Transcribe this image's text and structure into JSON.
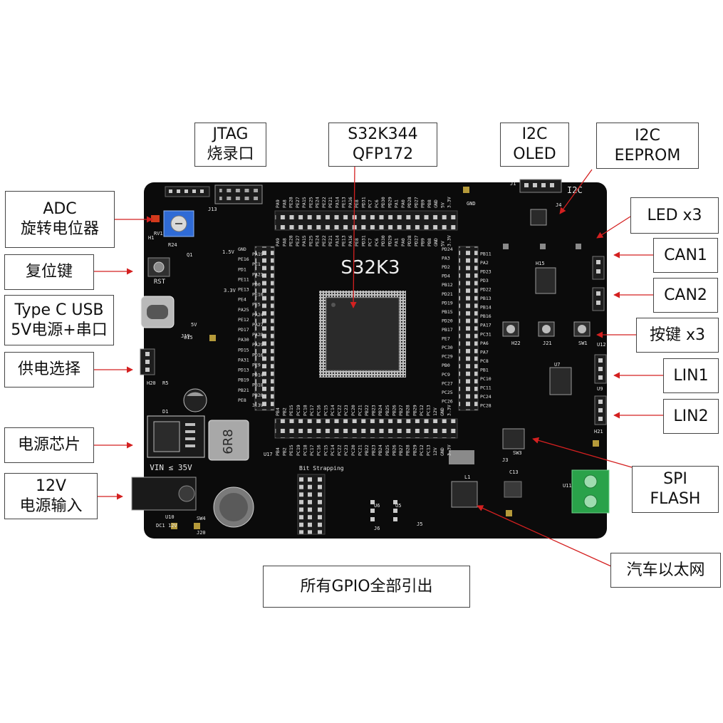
{
  "callouts": {
    "jtag": {
      "line1": "JTAG",
      "line2": "烧录口"
    },
    "mcu": {
      "line1": "S32K344",
      "line2": "QFP172"
    },
    "oled": {
      "line1": "I2C",
      "line2": "OLED"
    },
    "eeprom": {
      "line1": "I2C",
      "line2": "EEPROM"
    },
    "adc": {
      "line1": "ADC",
      "line2": "旋转电位器"
    },
    "reset": {
      "line1": "复位键"
    },
    "usb": {
      "line1": "Type C USB",
      "line2": "5V电源+串口"
    },
    "power_select": {
      "line1": "供电选择"
    },
    "power_chip": {
      "line1": "电源芯片"
    },
    "power_input": {
      "line1": "12V",
      "line2": "电源输入"
    },
    "led": {
      "line1": "LED x3"
    },
    "can1": {
      "line1": "CAN1"
    },
    "can2": {
      "line1": "CAN2"
    },
    "keys": {
      "line1": "按键 x3"
    },
    "lin1": {
      "line1": "LIN1"
    },
    "lin2": {
      "line1": "LIN2"
    },
    "spi_flash": {
      "line1": "SPI",
      "line2": "FLASH"
    },
    "ethernet": {
      "line1": "汽车以太网"
    },
    "gpio": {
      "line1": "所有GPIO全部引出"
    }
  },
  "board": {
    "chip_marking": "S32K3",
    "inductor_marking": "6R8",
    "vin_marking": "VIN ≤ 35V",
    "rst_label": "RST",
    "i2c_label": "I2C",
    "boot_label": "Bit Strapping",
    "left_header_pins": [
      "GND",
      "PA19",
      "PE16",
      "PE1",
      "PD1",
      "PA21",
      "PE11",
      "PD0",
      "PE13",
      "PE10",
      "PE4",
      "PE5",
      "PA25",
      "PA24",
      "PE12",
      "PA27",
      "PD17",
      "PA28",
      "PA30",
      "PA29",
      "PD15",
      "PD16",
      "PA31",
      "PE9",
      "PD13",
      "PD14",
      "PB19",
      "PB18",
      "PB21",
      "PB20",
      "PE8",
      "3.3V"
    ],
    "right_header_pins": [
      "PD24",
      "PB11",
      "PA3",
      "PA2",
      "PD2",
      "PD23",
      "PD4",
      "PD3",
      "PB12",
      "PD22",
      "PD21",
      "PB13",
      "PD19",
      "PB14",
      "PB15",
      "PB16",
      "PD20",
      "PA17",
      "PB17",
      "PC31",
      "PE7",
      "PA6",
      "PC30",
      "PA7",
      "PC29",
      "PC8",
      "PB0",
      "PB1",
      "PC9",
      "PC10",
      "PC27",
      "PC11",
      "PC25",
      "PC24",
      "PC26",
      "PC28"
    ],
    "top_header_pins": [
      "PA9",
      "PA8",
      "PE28",
      "PE27",
      "PA15",
      "PE25",
      "PE24",
      "PE22",
      "PE21",
      "PA14",
      "PE13",
      "PA16",
      "PE8",
      "PD31",
      "PC7",
      "PC6",
      "PD30",
      "PD29",
      "PA1",
      "PA0",
      "PD28",
      "PD27",
      "PB9",
      "PB8",
      "GND",
      "5V",
      "3.3V"
    ],
    "bottom_header_pins": [
      "PB4",
      "PB2",
      "PE15",
      "PC19",
      "PC18",
      "PC17",
      "PC16",
      "PC15",
      "PC14",
      "PC22",
      "PC23",
      "PC20",
      "PC21",
      "PB22",
      "PB23",
      "PB24",
      "PB25",
      "PB26",
      "PB27",
      "PB28",
      "PB29",
      "PC12",
      "PC13",
      "12V",
      "GND",
      "3.3V"
    ],
    "silk_labels": [
      "GND",
      "J13",
      "R24",
      "H1",
      "RV1",
      "Q1",
      "1.5V",
      "3.3V",
      "5V",
      "U15",
      "J19",
      "H20",
      "R5",
      "D1",
      "U17",
      "C13",
      "L1",
      "U5",
      "U6",
      "J5",
      "J6",
      "J3",
      "J1",
      "J4",
      "H15",
      "U7",
      "U11",
      "U12",
      "U9",
      "H21",
      "H22",
      "J21",
      "SW1",
      "SW3",
      "SW4",
      "U10",
      "J20",
      "DC1",
      "12V"
    ]
  }
}
